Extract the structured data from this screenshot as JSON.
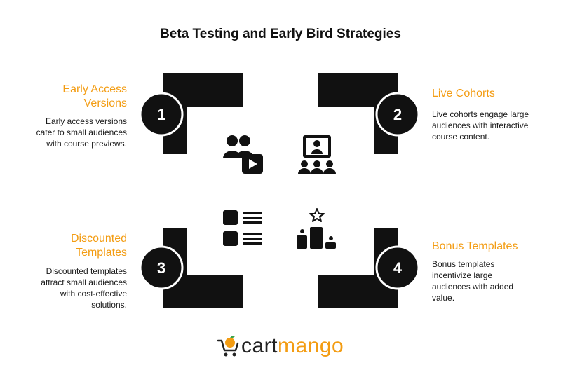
{
  "title": "Beta Testing and Early Bird Strategies",
  "steps": [
    {
      "number": "1",
      "heading_line1": "Early Access",
      "heading_line2": "Versions",
      "desc_line1": "Early access versions",
      "desc_line2": "cater to small audiences",
      "desc_line3": "with course previews.",
      "desc_line4": "",
      "icon": "users-video-icon"
    },
    {
      "number": "2",
      "heading_line1": "Live Cohorts",
      "heading_line2": "",
      "desc_line1": "Live cohorts engage large",
      "desc_line2": "audiences with interactive",
      "desc_line3": "course content.",
      "desc_line4": "",
      "icon": "presentation-audience-icon"
    },
    {
      "number": "3",
      "heading_line1": "Discounted",
      "heading_line2": "Templates",
      "desc_line1": "Discounted templates",
      "desc_line2": "attract small audiences",
      "desc_line3": "with cost-effective",
      "desc_line4": "solutions.",
      "icon": "template-list-icon"
    },
    {
      "number": "4",
      "heading_line1": "Bonus Templates",
      "heading_line2": "",
      "desc_line1": "Bonus templates",
      "desc_line2": "incentivize large",
      "desc_line3": "audiences with added",
      "desc_line4": "value.",
      "icon": "podium-star-icon"
    }
  ],
  "logo": {
    "part1": "cart",
    "part2": "mango"
  },
  "colors": {
    "accent": "#f39c12",
    "shape": "#111111",
    "text": "#1a1a1a"
  }
}
